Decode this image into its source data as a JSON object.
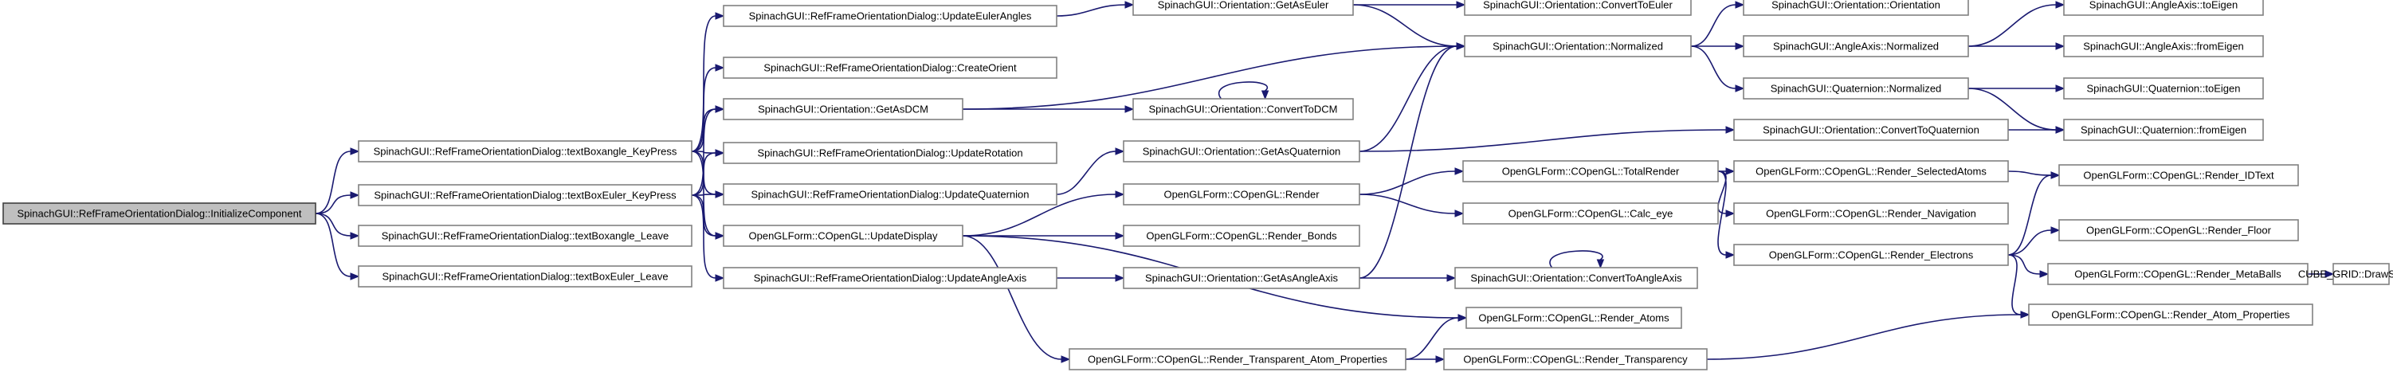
{
  "graph": {
    "root": "initcomp",
    "nodes": [
      {
        "id": "initcomp",
        "label": "SpinachGUI::RefFrameOrientationDialog::InitializeComponent"
      },
      {
        "id": "tbak",
        "label": "SpinachGUI::RefFrameOrientationDialog::textBoxangle_KeyPress"
      },
      {
        "id": "tbek",
        "label": "SpinachGUI::RefFrameOrientationDialog::textBoxEuler_KeyPress"
      },
      {
        "id": "tbal",
        "label": "SpinachGUI::RefFrameOrientationDialog::textBoxangle_Leave"
      },
      {
        "id": "tbel",
        "label": "SpinachGUI::RefFrameOrientationDialog::textBoxEuler_Leave"
      },
      {
        "id": "uea",
        "label": "SpinachGUI::RefFrameOrientationDialog::UpdateEulerAngles"
      },
      {
        "id": "co",
        "label": "SpinachGUI::RefFrameOrientationDialog::CreateOrient"
      },
      {
        "id": "gdcm",
        "label": "SpinachGUI::Orientation::GetAsDCM"
      },
      {
        "id": "ur",
        "label": "SpinachGUI::RefFrameOrientationDialog::UpdateRotation"
      },
      {
        "id": "uq",
        "label": "SpinachGUI::RefFrameOrientationDialog::UpdateQuaternion"
      },
      {
        "id": "ud",
        "label": "OpenGLForm::COpenGL::UpdateDisplay"
      },
      {
        "id": "uaa",
        "label": "SpinachGUI::RefFrameOrientationDialog::UpdateAngleAxis"
      },
      {
        "id": "gae",
        "label": "SpinachGUI::Orientation::GetAsEuler"
      },
      {
        "id": "ctdcm",
        "label": "SpinachGUI::Orientation::ConvertToDCM"
      },
      {
        "id": "gaq",
        "label": "SpinachGUI::Orientation::GetAsQuaternion"
      },
      {
        "id": "render",
        "label": "OpenGLForm::COpenGL::Render"
      },
      {
        "id": "rbonds",
        "label": "OpenGLForm::COpenGL::Render_Bonds"
      },
      {
        "id": "gaaa",
        "label": "SpinachGUI::Orientation::GetAsAngleAxis"
      },
      {
        "id": "ratoms",
        "label": "OpenGLForm::COpenGL::Render_Atoms"
      },
      {
        "id": "rtap",
        "label": "OpenGLForm::COpenGL::Render_Transparent_Atom_Properties"
      },
      {
        "id": "cte",
        "label": "SpinachGUI::Orientation::ConvertToEuler"
      },
      {
        "id": "onorm",
        "label": "SpinachGUI::Orientation::Normalized"
      },
      {
        "id": "ctq",
        "label": "SpinachGUI::Orientation::ConvertToQuaternion"
      },
      {
        "id": "trender",
        "label": "OpenGLForm::COpenGL::TotalRender"
      },
      {
        "id": "calceye",
        "label": "OpenGLForm::COpenGL::Calc_eye"
      },
      {
        "id": "ctaa",
        "label": "SpinachGUI::Orientation::ConvertToAngleAxis"
      },
      {
        "id": "rtrans",
        "label": "OpenGLForm::COpenGL::Render_Transparency"
      },
      {
        "id": "oorient",
        "label": "SpinachGUI::Orientation::Orientation"
      },
      {
        "id": "aanorm",
        "label": "SpinachGUI::AngleAxis::Normalized"
      },
      {
        "id": "qnorm",
        "label": "SpinachGUI::Quaternion::Normalized"
      },
      {
        "id": "rsel",
        "label": "OpenGLForm::COpenGL::Render_SelectedAtoms"
      },
      {
        "id": "rnav",
        "label": "OpenGLForm::COpenGL::Render_Navigation"
      },
      {
        "id": "relec",
        "label": "OpenGLForm::COpenGL::Render_Electrons"
      },
      {
        "id": "aatoe",
        "label": "SpinachGUI::AngleAxis::toEigen"
      },
      {
        "id": "aafe",
        "label": "SpinachGUI::AngleAxis::fromEigen"
      },
      {
        "id": "qtoe",
        "label": "SpinachGUI::Quaternion::toEigen"
      },
      {
        "id": "qfe",
        "label": "SpinachGUI::Quaternion::fromEigen"
      },
      {
        "id": "ridt",
        "label": "OpenGLForm::COpenGL::Render_IDText"
      },
      {
        "id": "rfloor",
        "label": "OpenGLForm::COpenGL::Render_Floor"
      },
      {
        "id": "rmb",
        "label": "OpenGLForm::COpenGL::Render_MetaBalls"
      },
      {
        "id": "rap",
        "label": "OpenGLForm::COpenGL::Render_Atom_Properties"
      },
      {
        "id": "cube",
        "label": "CUBE_GRID::DrawSurface"
      }
    ],
    "edges": [
      {
        "from": "initcomp",
        "to": "tbak"
      },
      {
        "from": "initcomp",
        "to": "tbek"
      },
      {
        "from": "initcomp",
        "to": "tbal"
      },
      {
        "from": "initcomp",
        "to": "tbel"
      },
      {
        "from": "tbak",
        "to": "uea"
      },
      {
        "from": "tbak",
        "to": "co"
      },
      {
        "from": "tbak",
        "to": "gdcm"
      },
      {
        "from": "tbak",
        "to": "ur"
      },
      {
        "from": "tbak",
        "to": "uq"
      },
      {
        "from": "tbak",
        "to": "ud"
      },
      {
        "from": "tbek",
        "to": "gdcm"
      },
      {
        "from": "tbek",
        "to": "ur"
      },
      {
        "from": "tbek",
        "to": "uq"
      },
      {
        "from": "tbek",
        "to": "ud"
      },
      {
        "from": "tbek",
        "to": "uaa"
      },
      {
        "from": "uea",
        "to": "gae"
      },
      {
        "from": "gae",
        "to": "cte"
      },
      {
        "from": "gae",
        "to": "onorm"
      },
      {
        "from": "gdcm",
        "to": "onorm"
      },
      {
        "from": "gdcm",
        "to": "ctdcm"
      },
      {
        "from": "ctdcm",
        "to": "ctdcm"
      },
      {
        "from": "uq",
        "to": "gaq"
      },
      {
        "from": "gaq",
        "to": "onorm"
      },
      {
        "from": "gaq",
        "to": "ctq"
      },
      {
        "from": "ud",
        "to": "render"
      },
      {
        "from": "ud",
        "to": "rbonds"
      },
      {
        "from": "ud",
        "to": "ratoms"
      },
      {
        "from": "ud",
        "to": "rtap"
      },
      {
        "from": "uaa",
        "to": "gaaa"
      },
      {
        "from": "gaaa",
        "to": "onorm"
      },
      {
        "from": "gaaa",
        "to": "ctaa"
      },
      {
        "from": "ctaa",
        "to": "ctaa"
      },
      {
        "from": "render",
        "to": "trender"
      },
      {
        "from": "render",
        "to": "calceye"
      },
      {
        "from": "rtap",
        "to": "ratoms"
      },
      {
        "from": "rtap",
        "to": "rtrans"
      },
      {
        "from": "rtrans",
        "to": "rap"
      },
      {
        "from": "onorm",
        "to": "oorient"
      },
      {
        "from": "onorm",
        "to": "aanorm"
      },
      {
        "from": "onorm",
        "to": "qnorm"
      },
      {
        "from": "ctq",
        "to": "qfe"
      },
      {
        "from": "aanorm",
        "to": "aatoe"
      },
      {
        "from": "aanorm",
        "to": "aafe"
      },
      {
        "from": "qnorm",
        "to": "qtoe"
      },
      {
        "from": "qnorm",
        "to": "qfe"
      },
      {
        "from": "trender",
        "to": "rsel"
      },
      {
        "from": "trender",
        "to": "rnav"
      },
      {
        "from": "trender",
        "to": "relec"
      },
      {
        "from": "rsel",
        "to": "ridt"
      },
      {
        "from": "relec",
        "to": "ridt"
      },
      {
        "from": "relec",
        "to": "rfloor"
      },
      {
        "from": "relec",
        "to": "rmb"
      },
      {
        "from": "relec",
        "to": "rap"
      },
      {
        "from": "rmb",
        "to": "cube"
      }
    ]
  }
}
